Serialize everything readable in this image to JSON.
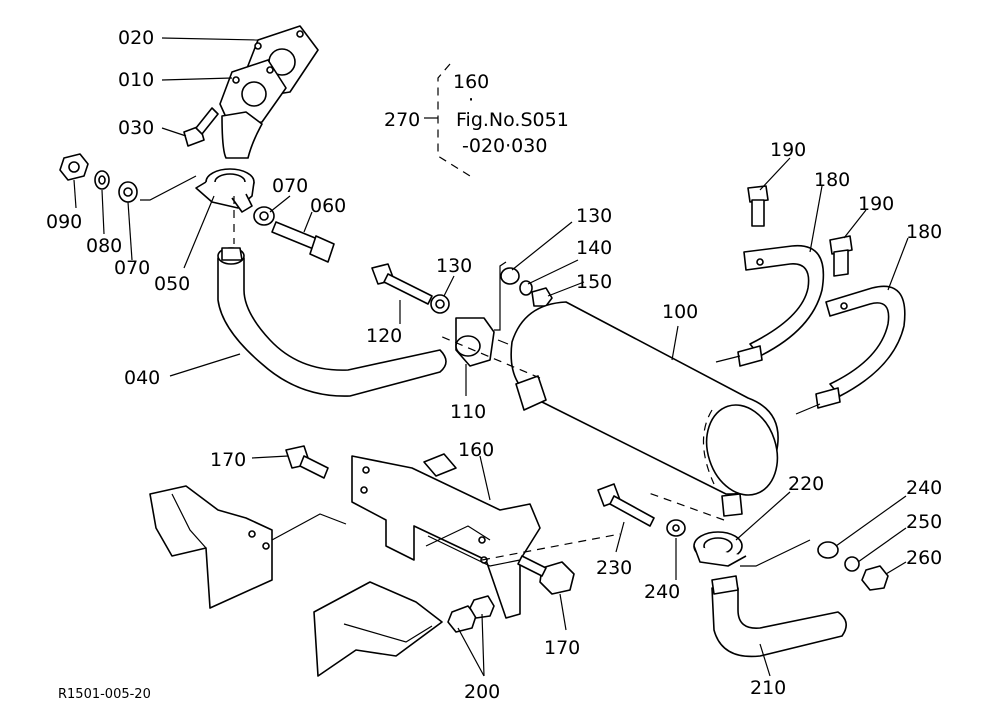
{
  "labels": {
    "p010": "010",
    "p020": "020",
    "p030": "030",
    "p040": "040",
    "p050": "050",
    "p060": "060",
    "p070a": "070",
    "p070b": "070",
    "p080": "080",
    "p090": "090",
    "p100": "100",
    "p110": "110",
    "p120": "120",
    "p130a": "130",
    "p130b": "130",
    "p140": "140",
    "p150": "150",
    "p160": "160",
    "p170a": "170",
    "p170b": "170",
    "p180a": "180",
    "p180b": "180",
    "p190a": "190",
    "p190b": "190",
    "p200": "200",
    "p210": "210",
    "p220": "220",
    "p230": "230",
    "p240a": "240",
    "p240b": "240",
    "p250": "250",
    "p260": "260",
    "p270": "270"
  },
  "note": {
    "line1": "160",
    "dot": "·",
    "line2": "Fig.No.S051",
    "line3": "-020·030"
  },
  "reference_code": "R1501-005-20"
}
